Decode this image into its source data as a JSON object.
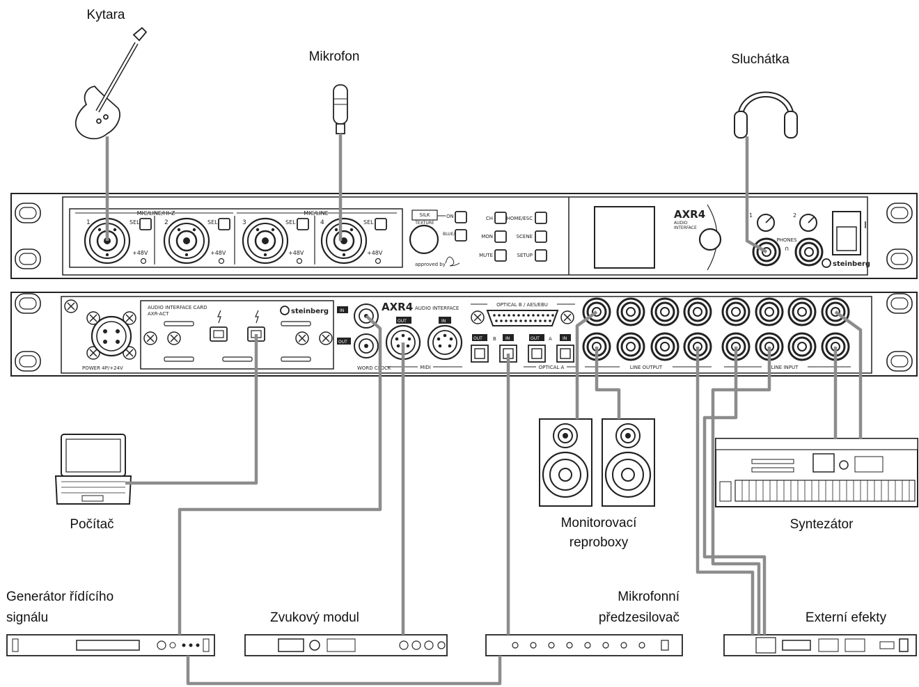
{
  "labels": {
    "guitar": "Kytara",
    "microphone": "Mikrofon",
    "headphones": "Sluchátka",
    "computer": "Počítač",
    "monitors_line1": "Monitorovací",
    "monitors_line2": "reproboxy",
    "synth": "Syntezátor",
    "wordclock_gen_line1": "Generátor řídícího",
    "wordclock_gen_line2": "signálu",
    "sound_module": "Zvukový modul",
    "preamp_line1": "Mikrofonní",
    "preamp_line2": "předzesilovač",
    "external_fx": "Externí efekty"
  },
  "front_panel": {
    "model": "AXR4",
    "model_sub1": "AUDIO",
    "model_sub2": "INTERFACE",
    "input_group_1": "MIC/LINE/HI-Z",
    "input_group_2": "MIC/LINE",
    "input_numbers": [
      "1",
      "2",
      "3",
      "4"
    ],
    "sel_label": "SEL",
    "phantom_label": "+48V",
    "silk_label": "SILK",
    "texture_label": "TEXTURE",
    "on_label": "ON",
    "blue_red_label": "BLUE/RED",
    "approved_label": "approved by",
    "buttons_col1": [
      "CH",
      "MON",
      "MUTE"
    ],
    "buttons_col2": [
      "HOME/ESC",
      "SCENE",
      "SETUP"
    ],
    "phones_label": "PHONES",
    "phones_numbers": [
      "1",
      "2"
    ],
    "brand": "steinberg"
  },
  "rear_panel": {
    "model": "AXR4",
    "model_sub": "AUDIO INTERFACE",
    "card_label1": "AUDIO INTERFACE CARD",
    "card_label2": "AXR-ACT",
    "brand": "steinberg",
    "power_label": "POWER 4P/+24V",
    "in_label": "IN",
    "out_label": "OUT",
    "word_clock": "WORD CLOCK",
    "midi": "MIDI",
    "optical_b_aes": "OPTICAL B / AES/EBU",
    "optical_a": "OPTICAL A",
    "optical_a_letter": "A",
    "optical_b_letter": "B",
    "line_output": "LINE OUTPUT",
    "line_input": "LINE INPUT"
  },
  "colors": {
    "cable": "#8c8c8c",
    "outline": "#2a2a2a",
    "panel_fill": "#ffffff"
  }
}
